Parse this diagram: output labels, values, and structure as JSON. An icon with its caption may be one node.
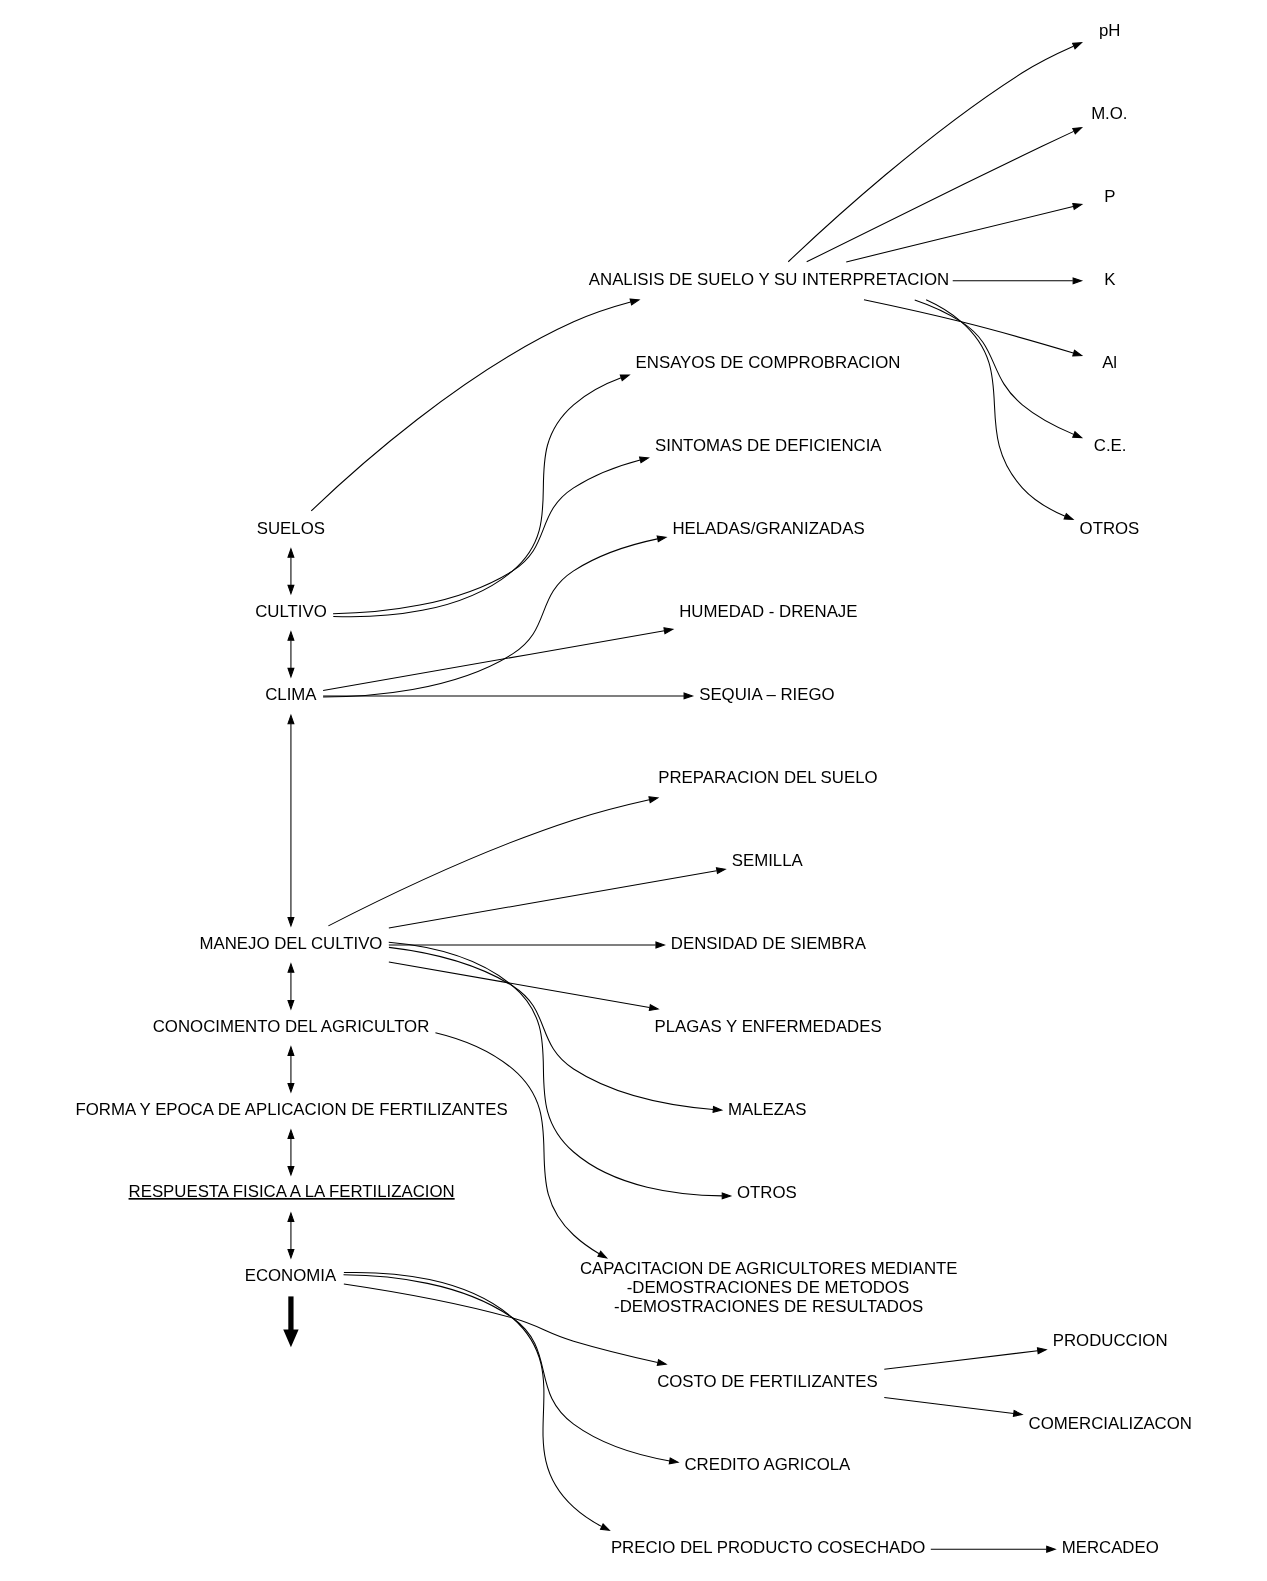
{
  "diagram": {
    "nodes": [
      {
        "text": [
          "SUELOS"
        ]
      },
      {
        "text": [
          "ANALISIS DE SUELO Y SU INTERPRETACION"
        ]
      },
      {
        "text": [
          "pH"
        ]
      },
      {
        "text": [
          "M.O."
        ]
      },
      {
        "text": [
          "P"
        ]
      },
      {
        "text": [
          "K"
        ]
      },
      {
        "text": [
          "Al"
        ]
      },
      {
        "text": [
          "C.E."
        ]
      },
      {
        "text": [
          "OTROS"
        ]
      },
      {
        "text": [
          "CULTIVO"
        ]
      },
      {
        "text": [
          "ENSAYOS DE COMPROBRACION"
        ]
      },
      {
        "text": [
          "SINTOMAS DE DEFICIENCIA"
        ]
      },
      {
        "text": [
          "CLIMA"
        ]
      },
      {
        "text": [
          "HELADAS/GRANIZADAS"
        ]
      },
      {
        "text": [
          "HUMEDAD - DRENAJE"
        ]
      },
      {
        "text": [
          "SEQUIA – RIEGO"
        ]
      },
      {
        "text": [
          "MANEJO DEL CULTIVO"
        ]
      },
      {
        "text": [
          "PREPARACION DEL SUELO"
        ]
      },
      {
        "text": [
          "SEMILLA"
        ]
      },
      {
        "text": [
          "DENSIDAD DE SIEMBRA"
        ]
      },
      {
        "text": [
          "PLAGAS Y ENFERMEDADES"
        ]
      },
      {
        "text": [
          "MALEZAS"
        ]
      },
      {
        "text": [
          "OTROS"
        ]
      },
      {
        "text": [
          "CONOCIMENTO DEL AGRICULTOR"
        ]
      },
      {
        "text": [
          "CAPACITACION DE AGRICULTORES MEDIANTE",
          "-DEMOSTRACIONES DE METODOS",
          "-DEMOSTRACIONES DE RESULTADOS"
        ]
      },
      {
        "text": [
          "FORMA Y EPOCA DE APLICACION DE FERTILIZANTES"
        ]
      },
      {
        "text": [
          "RESPUESTA FISICA A LA FERTILIZACION"
        ]
      },
      {
        "text": [
          "ECONOMIA"
        ]
      },
      {
        "text": [
          "COSTO DE FERTILIZANTES"
        ]
      },
      {
        "text": [
          "PRODUCCION"
        ]
      },
      {
        "text": [
          "COMERCIALIZACON"
        ]
      },
      {
        "text": [
          "CREDITO AGRICOLA"
        ]
      },
      {
        "text": [
          "PRECIO DEL PRODUCTO COSECHADO"
        ]
      },
      {
        "text": [
          "MERCADEO"
        ]
      }
    ],
    "edges": [
      {
        "from": 0,
        "to": 1,
        "arrow": "to"
      },
      {
        "from": 1,
        "to": 2,
        "arrow": "to"
      },
      {
        "from": 1,
        "to": 3,
        "arrow": "to"
      },
      {
        "from": 1,
        "to": 4,
        "arrow": "to"
      },
      {
        "from": 1,
        "to": 5,
        "arrow": "to"
      },
      {
        "from": 1,
        "to": 6,
        "arrow": "to"
      },
      {
        "from": 1,
        "to": 7,
        "arrow": "to"
      },
      {
        "from": 1,
        "to": 8,
        "arrow": "to"
      },
      {
        "from": 0,
        "to": 9,
        "arrow": "both"
      },
      {
        "from": 9,
        "to": 10,
        "arrow": "to"
      },
      {
        "from": 9,
        "to": 11,
        "arrow": "to"
      },
      {
        "from": 9,
        "to": 12,
        "arrow": "both"
      },
      {
        "from": 12,
        "to": 13,
        "arrow": "to"
      },
      {
        "from": 12,
        "to": 14,
        "arrow": "to"
      },
      {
        "from": 12,
        "to": 15,
        "arrow": "to"
      },
      {
        "from": 12,
        "to": 16,
        "arrow": "both"
      },
      {
        "from": 16,
        "to": 17,
        "arrow": "to"
      },
      {
        "from": 16,
        "to": 18,
        "arrow": "to"
      },
      {
        "from": 16,
        "to": 19,
        "arrow": "to"
      },
      {
        "from": 16,
        "to": 20,
        "arrow": "to"
      },
      {
        "from": 16,
        "to": 21,
        "arrow": "to"
      },
      {
        "from": 16,
        "to": 22,
        "arrow": "to"
      },
      {
        "from": 16,
        "to": 23,
        "arrow": "both"
      },
      {
        "from": 23,
        "to": 24,
        "arrow": "to"
      },
      {
        "from": 23,
        "to": 25,
        "arrow": "both"
      },
      {
        "from": 25,
        "to": 26,
        "arrow": "both"
      },
      {
        "from": 26,
        "to": 27,
        "arrow": "both"
      },
      {
        "from": 27,
        "to": 28,
        "arrow": "to"
      },
      {
        "from": 28,
        "to": 29,
        "arrow": "to"
      },
      {
        "from": 28,
        "to": 30,
        "arrow": "to"
      },
      {
        "from": 27,
        "to": 31,
        "arrow": "to"
      },
      {
        "from": 27,
        "to": 32,
        "arrow": "to"
      },
      {
        "from": 32,
        "to": 33,
        "arrow": "to"
      },
      {
        "from": 27,
        "to": null,
        "arrow": "to",
        "style": "thick"
      }
    ]
  }
}
